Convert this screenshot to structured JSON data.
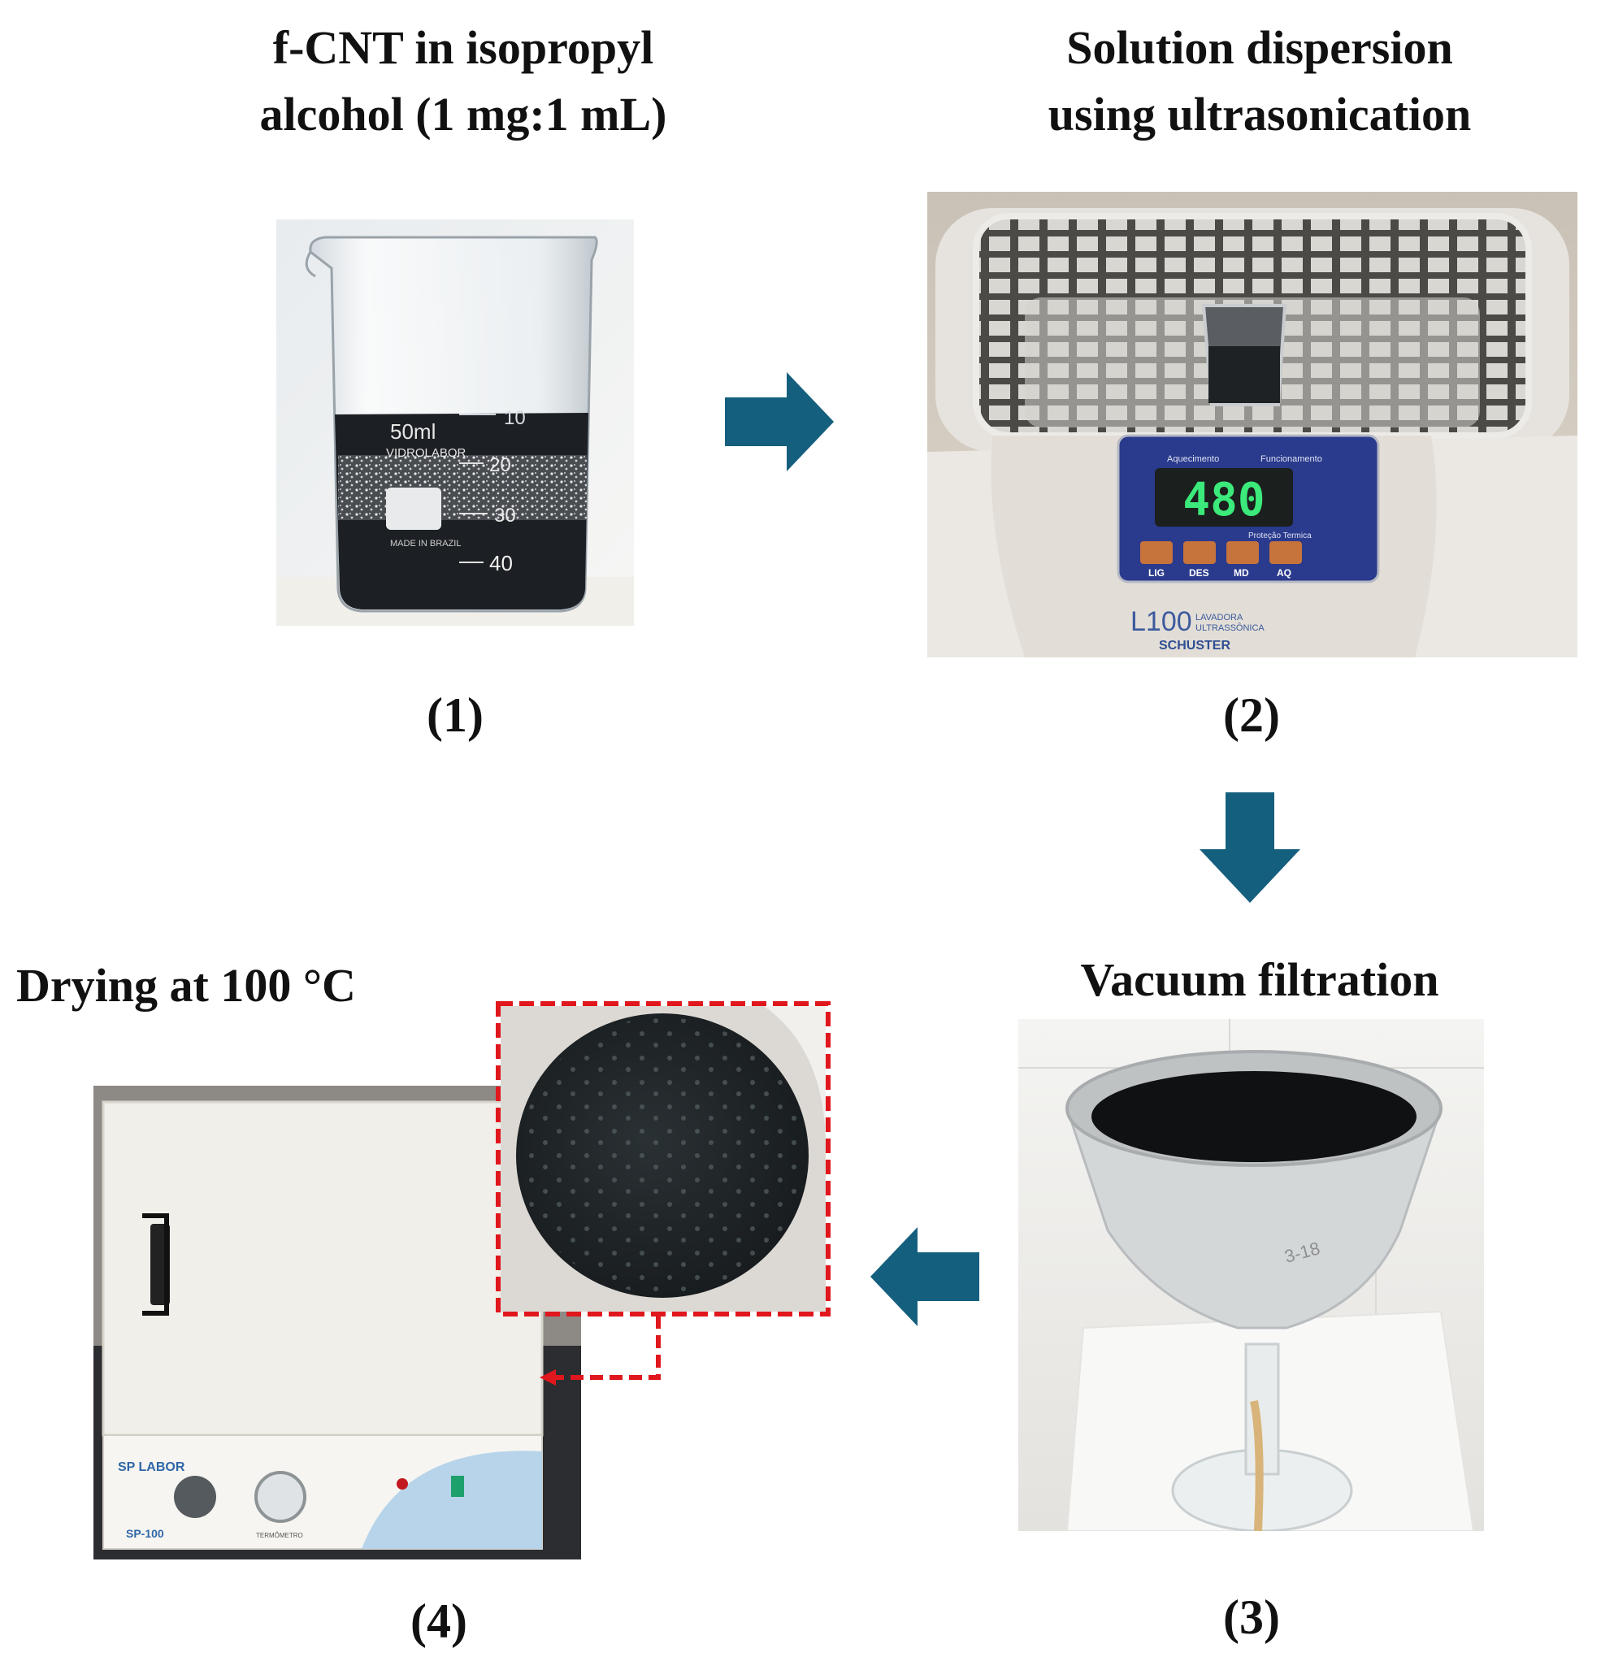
{
  "colors": {
    "arrow": "#155f7e",
    "inset_border": "#e0171d",
    "text": "#111111"
  },
  "step1": {
    "title_line1": "f-CNT in isopropyl",
    "title_line2": "alcohol (1 mg:1 mL)",
    "label": "(1)",
    "beaker_text_volume": "50ml",
    "beaker_text_brand": "VIDROLABOR",
    "beaker_text_made": "MADE IN BRAZIL",
    "beaker_marks": [
      "10",
      "20",
      "30",
      "40"
    ]
  },
  "step2": {
    "title_line1": "Solution dispersion",
    "title_line2": "using ultrasonication",
    "label": "(2)",
    "panel_heading_left": "Aquecimento",
    "panel_heading_right": "Funcionamento",
    "display_value": "480",
    "display_caption": "Proteção Termica",
    "buttons": [
      "LIG",
      "DES",
      "MD",
      "AQ"
    ],
    "brand_model": "L100",
    "brand_line1": "LAVADORA",
    "brand_line2": "ULTRASSÔNICA",
    "brand_name": "SCHUSTER"
  },
  "step3": {
    "title": "Vacuum filtration",
    "label": "(3)",
    "funnel_marking": "3-18"
  },
  "step4": {
    "title": "Drying at 100 °C",
    "label": "(4)",
    "oven_brand": "SP LABOR",
    "oven_model": "SP-100",
    "oven_gauge": "TERMÔMETRO"
  },
  "arrows": [
    "right",
    "down",
    "left"
  ]
}
